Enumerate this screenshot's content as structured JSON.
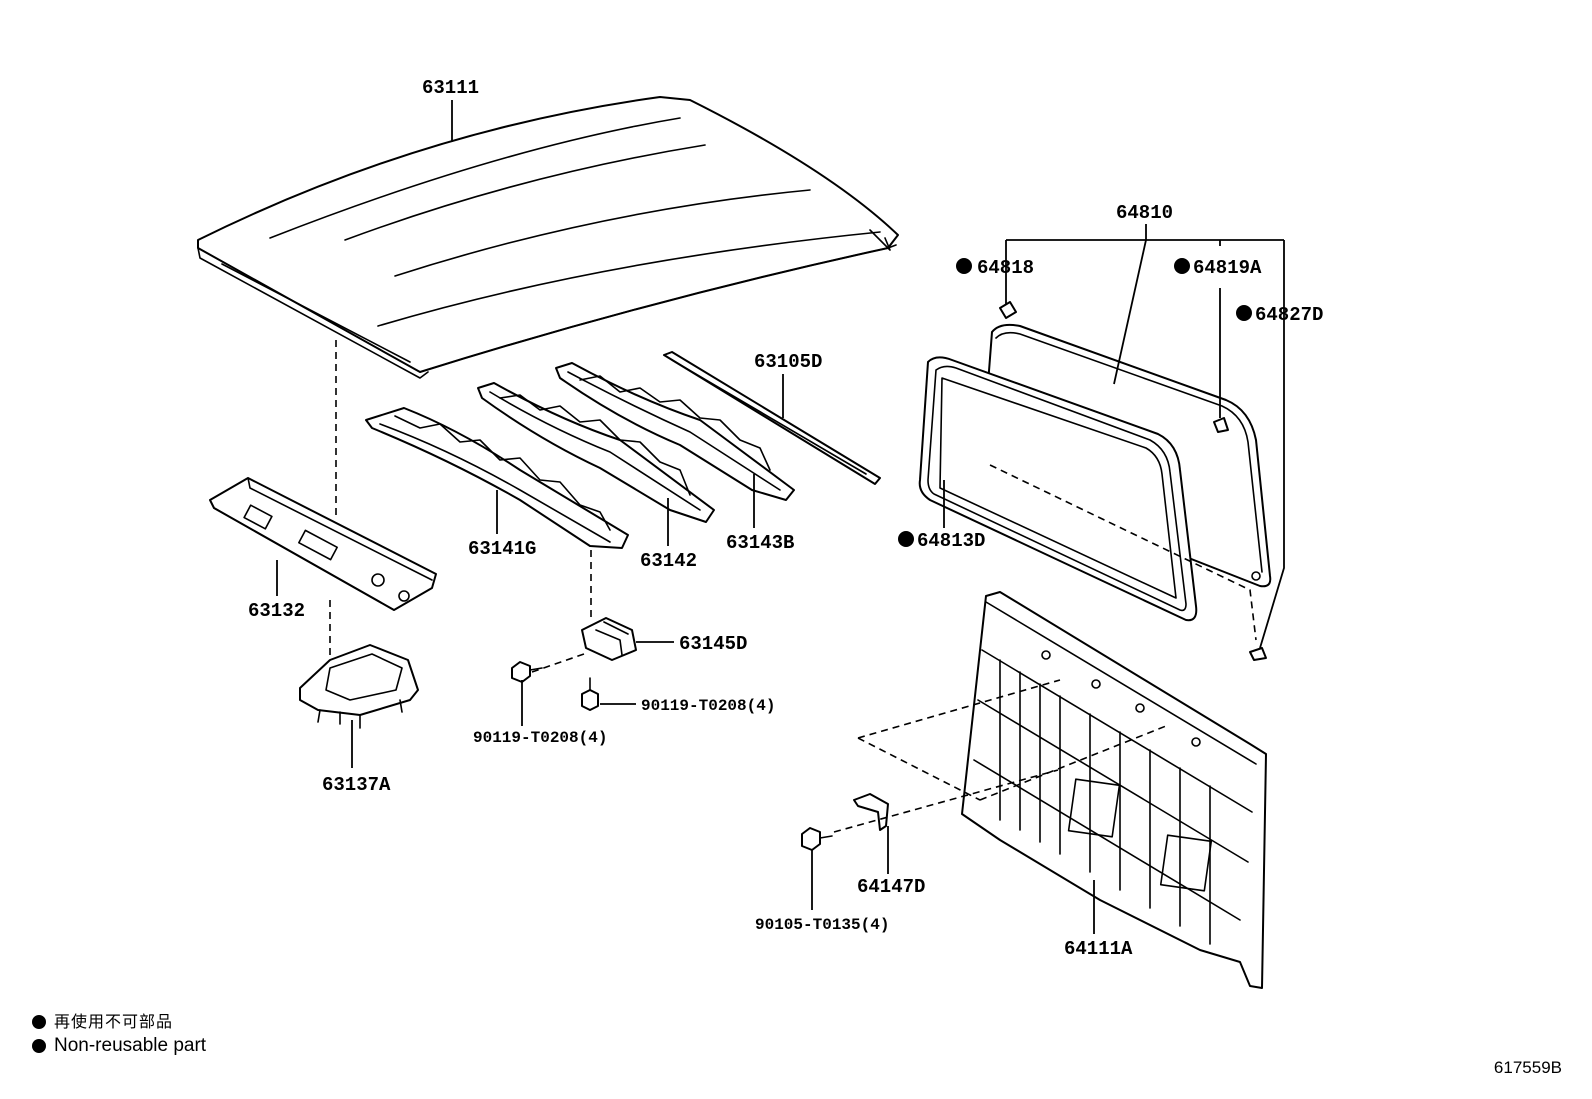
{
  "parts": {
    "p63111": "63111",
    "p64810": "64810",
    "p64818": "64818",
    "p64819A": "64819A",
    "p64827D": "64827D",
    "p63105D": "63105D",
    "p64813D": "64813D",
    "p63141G": "63141G",
    "p63142": "63142",
    "p63143B": "63143B",
    "p63132": "63132",
    "p63145D": "63145D",
    "p90119a": "90119-T0208(4)",
    "p90119b": "90119-T0208(4)",
    "p63137A": "63137A",
    "p64147D": "64147D",
    "p90105": "90105-T0135(4)",
    "p64111A": "64111A"
  },
  "legend": {
    "japanese": "再使用不可部品",
    "english": "Non-reusable part"
  },
  "illustration_id": "617559B"
}
